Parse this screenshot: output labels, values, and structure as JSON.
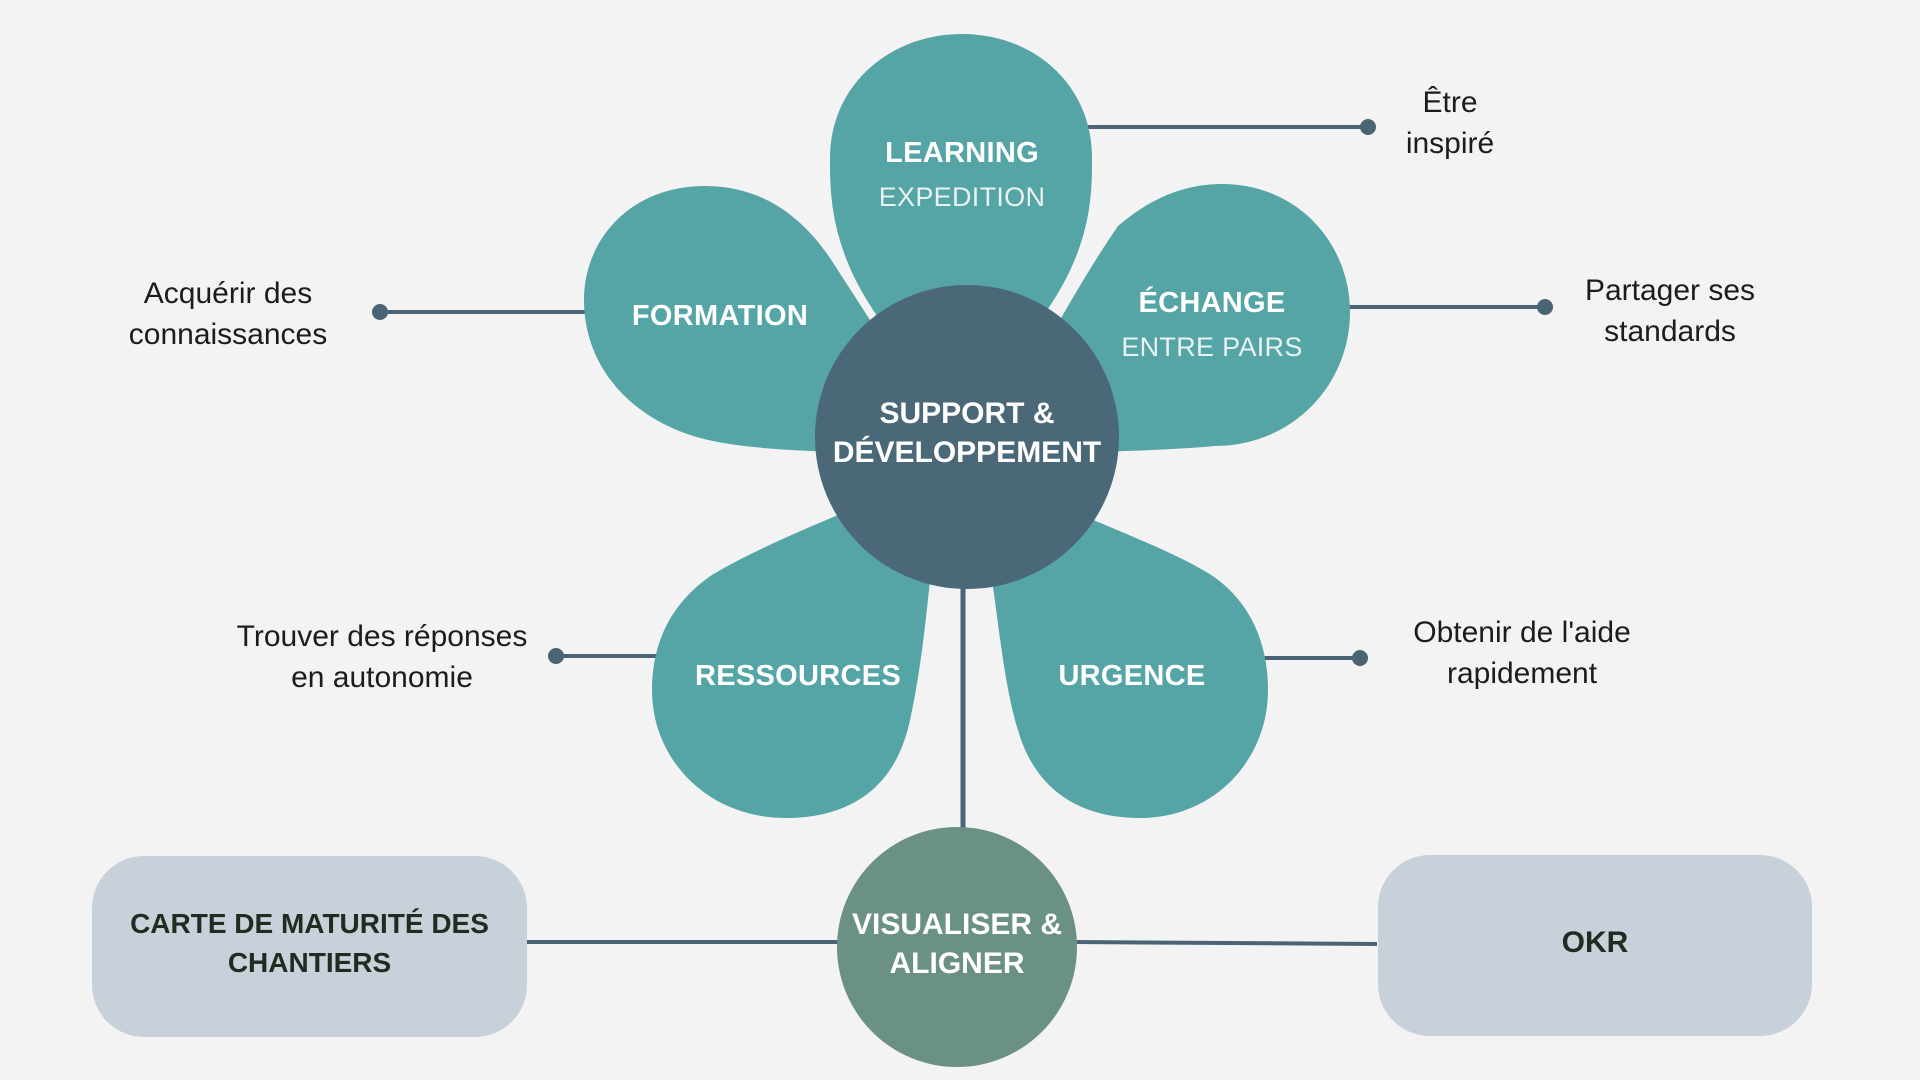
{
  "colors": {
    "background": "#f3f3f3",
    "petal": "#55a4a6",
    "center": "#4a6878",
    "bottom_circle": "#6b9084",
    "box": "#c8d0d9",
    "connector": "#4a6474"
  },
  "center": {
    "line1": "SUPPORT &",
    "line2": "DÉVELOPPEMENT"
  },
  "petals": {
    "learning": {
      "title": "LEARNING",
      "subtitle": "EXPEDITION"
    },
    "formation": {
      "title": "FORMATION"
    },
    "echange": {
      "title": "ÉCHANGE",
      "subtitle": "ENTRE PAIRS"
    },
    "ressources": {
      "title": "RESSOURCES"
    },
    "urgence": {
      "title": "URGENCE"
    }
  },
  "notes": {
    "learning": {
      "line1": "Être",
      "line2": "inspiré"
    },
    "formation": {
      "line1": "Acquérir des",
      "line2": "connaissances"
    },
    "echange": {
      "line1": "Partager ses",
      "line2": "standards"
    },
    "ressources": {
      "line1": "Trouver des réponses",
      "line2": "en autonomie"
    },
    "urgence": {
      "line1": "Obtenir de l'aide",
      "line2": "rapidement"
    }
  },
  "bottom": {
    "circle": {
      "line1": "VISUALISER &",
      "line2": "ALIGNER"
    },
    "left_box": {
      "line1": "CARTE DE MATURITÉ DES",
      "line2": "CHANTIERS"
    },
    "right_box": {
      "label": "OKR"
    }
  }
}
